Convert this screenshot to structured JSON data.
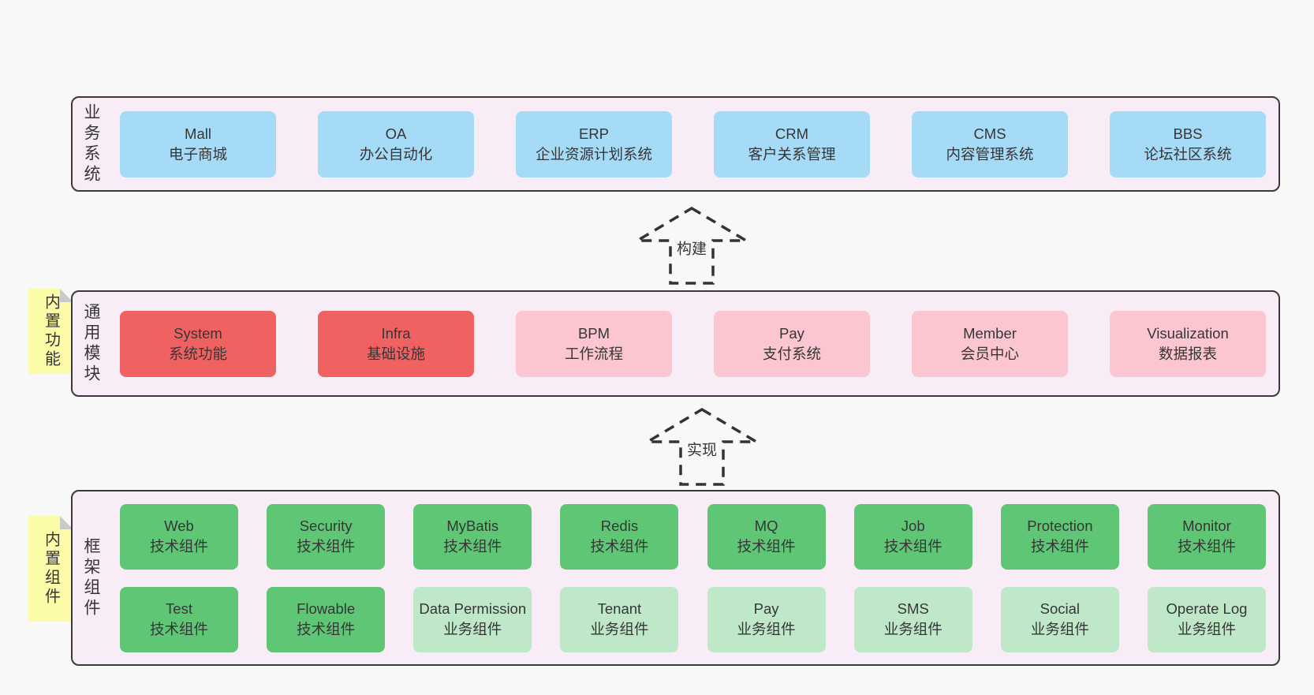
{
  "colors": {
    "page_bg": "#f8f8f8",
    "container_bg": "#f8edf7",
    "border": "#3a3a3a",
    "text": "#363636",
    "blue": "#a6dbf7",
    "red": "#f06262",
    "pink": "#fbc6d0",
    "green": "#5fc675",
    "lightgreen": "#bfe8c8",
    "sticky": "#fcfba8",
    "sticky_fold": "#c9c9c9"
  },
  "stickies": [
    {
      "label": "内置功能"
    },
    {
      "label": "内置组件"
    }
  ],
  "arrows": [
    {
      "label": "构建"
    },
    {
      "label": "实现"
    }
  ],
  "layers": [
    {
      "side_label": "业务系统",
      "boxes": [
        {
          "title": "Mall",
          "subtitle": "电子商城",
          "color": "blue"
        },
        {
          "title": "OA",
          "subtitle": "办公自动化",
          "color": "blue"
        },
        {
          "title": "ERP",
          "subtitle": "企业资源计划系统",
          "color": "blue"
        },
        {
          "title": "CRM",
          "subtitle": "客户关系管理",
          "color": "blue"
        },
        {
          "title": "CMS",
          "subtitle": "内容管理系统",
          "color": "blue"
        },
        {
          "title": "BBS",
          "subtitle": "论坛社区系统",
          "color": "blue"
        }
      ]
    },
    {
      "side_label": "通用模块",
      "boxes": [
        {
          "title": "System",
          "subtitle": "系统功能",
          "color": "red"
        },
        {
          "title": "Infra",
          "subtitle": "基础设施",
          "color": "red"
        },
        {
          "title": "BPM",
          "subtitle": "工作流程",
          "color": "pink"
        },
        {
          "title": "Pay",
          "subtitle": "支付系统",
          "color": "pink"
        },
        {
          "title": "Member",
          "subtitle": "会员中心",
          "color": "pink"
        },
        {
          "title": "Visualization",
          "subtitle": "数据报表",
          "color": "pink"
        }
      ]
    },
    {
      "side_label": "框架组件",
      "rows": [
        [
          {
            "title": "Web",
            "subtitle": "技术组件",
            "color": "green"
          },
          {
            "title": "Security",
            "subtitle": "技术组件",
            "color": "green"
          },
          {
            "title": "MyBatis",
            "subtitle": "技术组件",
            "color": "green"
          },
          {
            "title": "Redis",
            "subtitle": "技术组件",
            "color": "green"
          },
          {
            "title": "MQ",
            "subtitle": "技术组件",
            "color": "green"
          },
          {
            "title": "Job",
            "subtitle": "技术组件",
            "color": "green"
          },
          {
            "title": "Protection",
            "subtitle": "技术组件",
            "color": "green"
          },
          {
            "title": "Monitor",
            "subtitle": "技术组件",
            "color": "green"
          }
        ],
        [
          {
            "title": "Test",
            "subtitle": "技术组件",
            "color": "green"
          },
          {
            "title": "Flowable",
            "subtitle": "技术组件",
            "color": "green"
          },
          {
            "title": "Data Permission",
            "subtitle": "业务组件",
            "color": "lightgreen"
          },
          {
            "title": "Tenant",
            "subtitle": "业务组件",
            "color": "lightgreen"
          },
          {
            "title": "Pay",
            "subtitle": "业务组件",
            "color": "lightgreen"
          },
          {
            "title": "SMS",
            "subtitle": "业务组件",
            "color": "lightgreen"
          },
          {
            "title": "Social",
            "subtitle": "业务组件",
            "color": "lightgreen"
          },
          {
            "title": "Operate Log",
            "subtitle": "业务组件",
            "color": "lightgreen"
          }
        ]
      ]
    }
  ]
}
